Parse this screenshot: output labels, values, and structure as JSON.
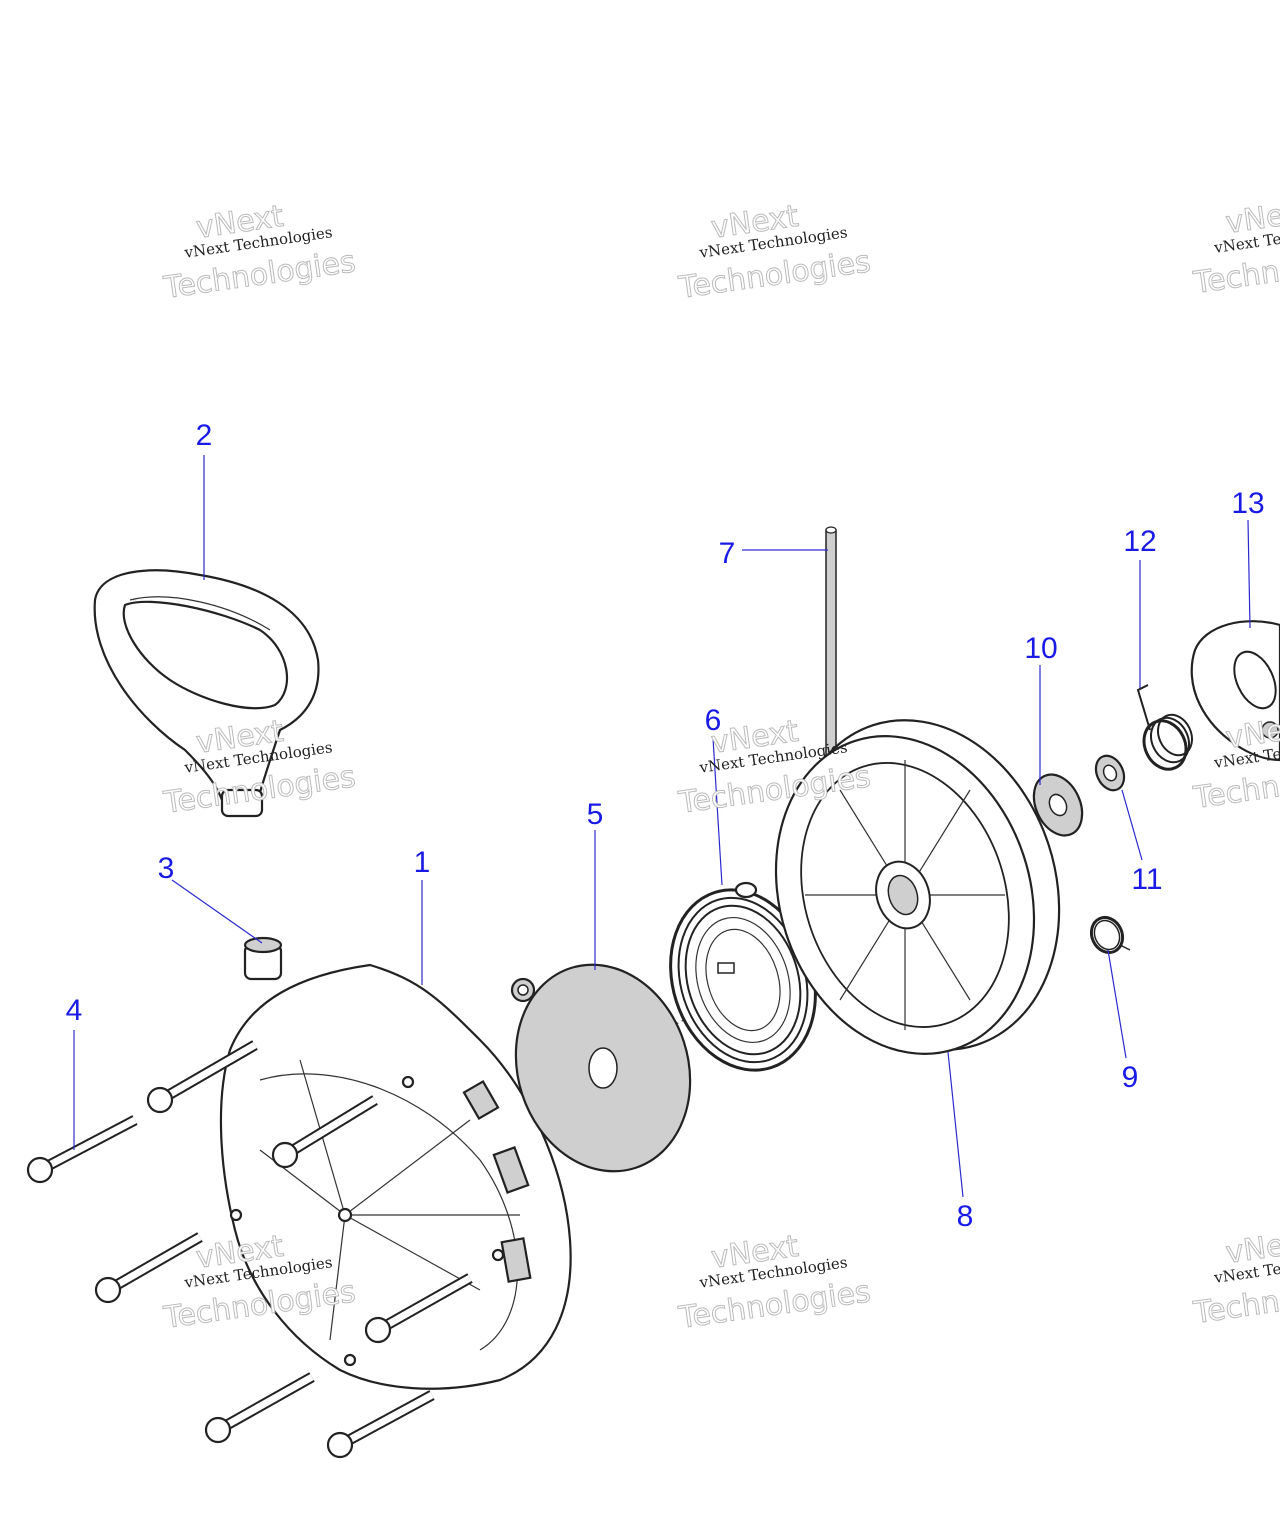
{
  "watermark": {
    "line1": "vNext",
    "line2": "vNext Technologies",
    "line3": "Technologies"
  },
  "callouts": [
    {
      "id": "1",
      "label": "1"
    },
    {
      "id": "2",
      "label": "2"
    },
    {
      "id": "3",
      "label": "3"
    },
    {
      "id": "4",
      "label": "4"
    },
    {
      "id": "5",
      "label": "5"
    },
    {
      "id": "6",
      "label": "6"
    },
    {
      "id": "7",
      "label": "7"
    },
    {
      "id": "8",
      "label": "8"
    },
    {
      "id": "9",
      "label": "9"
    },
    {
      "id": "10",
      "label": "10"
    },
    {
      "id": "11",
      "label": "11"
    },
    {
      "id": "12",
      "label": "12"
    },
    {
      "id": "13",
      "label": "13"
    }
  ],
  "colors": {
    "callout": "#1a1ae6",
    "part_grey": "#cfcfcf",
    "outline": "#222222"
  }
}
